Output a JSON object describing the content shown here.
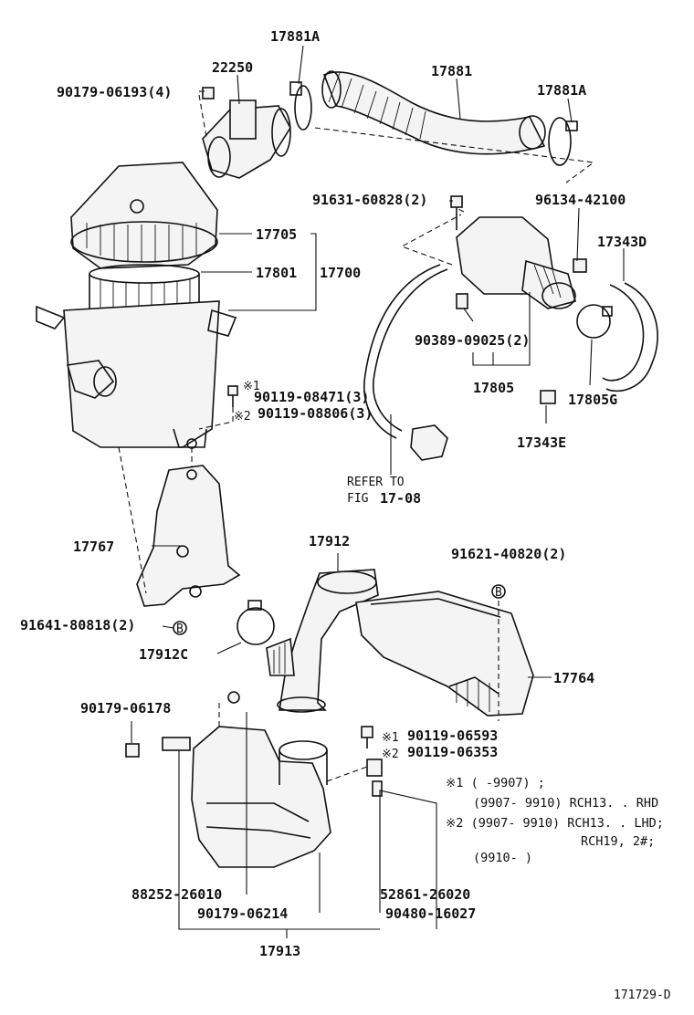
{
  "labels": {
    "p17881a_top": "17881A",
    "p22250": "22250",
    "p90179_06193": "90179-06193(4)",
    "p17881": "17881",
    "p17881a_right": "17881A",
    "p91631": "91631-60828(2)",
    "p96134": "96134-42100",
    "p17705": "17705",
    "p17343d": "17343D",
    "p17801": "17801",
    "p17700": "17700",
    "p90389": "90389-09025(2)",
    "p17805": "17805",
    "p17805g": "17805G",
    "p17343e": "17343E",
    "p90119_08471": "90119-08471(3)",
    "p90119_08806": "90119-08806(3)",
    "refer_line1": "REFER TO",
    "refer_fig": "FIG",
    "refer_num": "17-08",
    "p17767": "17767",
    "p17912": "17912",
    "p91621": "91621-40820(2)",
    "p91641": "91641-80818(2)",
    "p17912c": "17912C",
    "p17764": "17764",
    "p90179_06178": "90179-06178",
    "p90119_06593": "90119-06593",
    "p90119_06353": "90119-06353",
    "p88252": "88252-26010",
    "p90179_06214": "90179-06214",
    "p52861": "52861-26020",
    "p90480": "90480-16027",
    "p17913": "17913",
    "mark1": "※1",
    "mark2": "※2",
    "circle_b": "B",
    "footer_code": "171729-D"
  },
  "notes": {
    "line1": "※1 (      -9907) ;",
    "line2": "(9907- 9910) RCH13. . RHD",
    "line3": "※2 (9907- 9910) RCH13. . LHD;",
    "line4": "RCH19, 2#;",
    "line5": "(9910-      )"
  }
}
